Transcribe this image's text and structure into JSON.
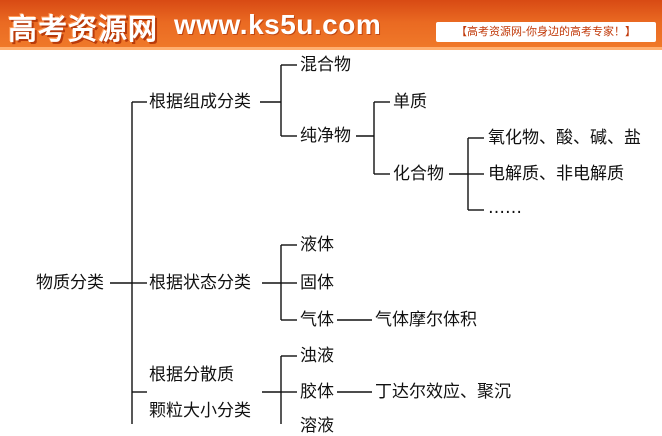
{
  "banner": {
    "logo_text": "高考资源网",
    "site_url": "www.ks5u.com",
    "slogan": "【高考资源网-你身边的高考专家！】"
  },
  "tree": {
    "root": "物质分类",
    "by_composition": {
      "label": "根据组成分类",
      "mixture": "混合物",
      "pure": {
        "label": "纯净物",
        "element": "单质",
        "compound": {
          "label": "化合物",
          "items": [
            "氧化物、酸、碱、盐",
            "电解质、非电解质",
            "……"
          ]
        }
      }
    },
    "by_state": {
      "label": "根据状态分类",
      "items": [
        "液体",
        "固体",
        "气体"
      ],
      "gas_note": "气体摩尔体积"
    },
    "by_particle": {
      "label_line1": "根据分散质",
      "label_line2": "颗粒大小分类",
      "items": [
        "浊液",
        "胶体",
        "溶液"
      ],
      "colloid_note": "丁达尔效应、聚沉"
    }
  }
}
